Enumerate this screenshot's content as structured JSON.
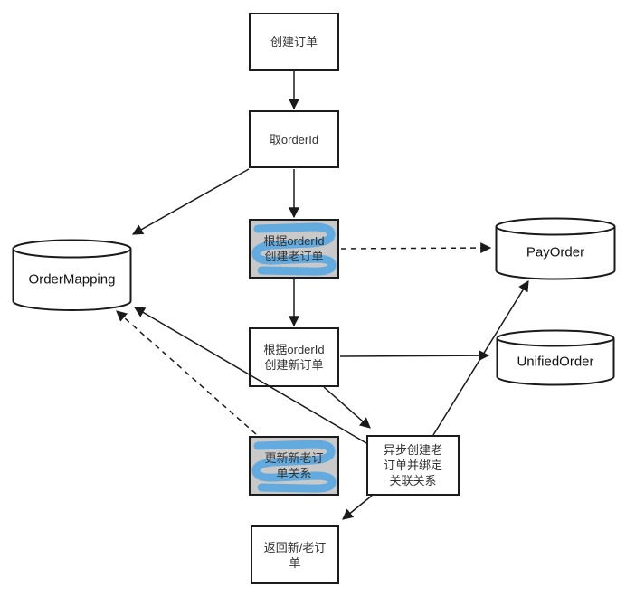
{
  "diagram": {
    "background": "#ffffff",
    "nodes": {
      "create_order": {
        "label": "创建订单",
        "type": "process"
      },
      "get_order_id": {
        "label": "取orderId",
        "type": "process"
      },
      "create_old_order": {
        "label": "根据orderId\n创建老订单",
        "type": "process",
        "highlighted": true
      },
      "create_new_order": {
        "label": "根据orderId\n创建新订单",
        "type": "process"
      },
      "update_relation": {
        "label": "更新新老订\n单关系",
        "type": "process",
        "highlighted": true
      },
      "async_create_bind": {
        "label": "异步创建老\n订单并绑定\n关联关系",
        "type": "process"
      },
      "return_order": {
        "label": "返回新/老订\n单",
        "type": "process"
      },
      "order_mapping_db": {
        "label": "OrderMapping",
        "type": "database"
      },
      "pay_order_db": {
        "label": "PayOrder",
        "type": "database"
      },
      "unified_order_db": {
        "label": "UnifiedOrder",
        "type": "database"
      }
    },
    "edges": [
      {
        "from": "create_order",
        "to": "get_order_id",
        "style": "solid"
      },
      {
        "from": "get_order_id",
        "to": "create_old_order",
        "style": "solid"
      },
      {
        "from": "get_order_id",
        "to": "order_mapping_db",
        "style": "solid"
      },
      {
        "from": "create_old_order",
        "to": "pay_order_db",
        "style": "dashed"
      },
      {
        "from": "create_old_order",
        "to": "create_new_order",
        "style": "solid"
      },
      {
        "from": "create_new_order",
        "to": "unified_order_db",
        "style": "solid"
      },
      {
        "from": "create_new_order",
        "to": "async_create_bind",
        "style": "solid"
      },
      {
        "from": "async_create_bind",
        "to": "order_mapping_db",
        "style": "solid"
      },
      {
        "from": "update_relation",
        "to": "order_mapping_db",
        "style": "dashed"
      },
      {
        "from": "async_create_bind",
        "to": "pay_order_db",
        "style": "solid"
      },
      {
        "from": "async_create_bind",
        "to": "return_order",
        "style": "solid"
      }
    ],
    "colors": {
      "line": "#1a1a1a",
      "box_border": "#1c1c1c",
      "box_fill": "#ffffff",
      "highlight_fill": "#c9c9c9",
      "highlight_marker": "#4aa3e4"
    }
  }
}
